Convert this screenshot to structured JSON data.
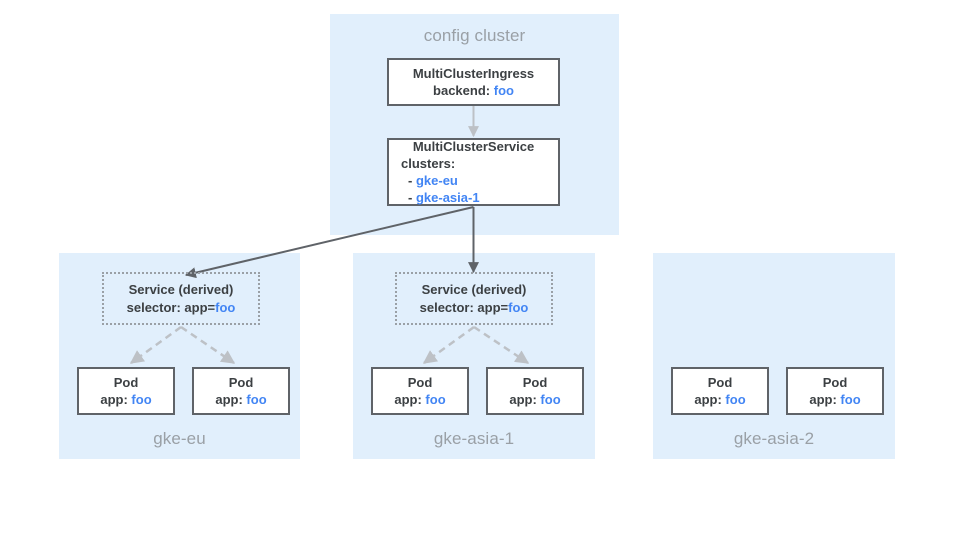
{
  "colors": {
    "panel_bg": "#e1effc",
    "box_border": "#5f6368",
    "box_fill": "#ffffff",
    "text": "#3c4043",
    "accent_blue": "#4285f4",
    "muted_label": "#9aa0a6",
    "arrow_solid": "#5f6368",
    "arrow_light": "#bdc1c6"
  },
  "config_cluster": {
    "title": "config cluster",
    "multi_cluster_ingress": {
      "kind": "MultiClusterIngress",
      "backend_key": "backend:",
      "backend_value": "foo"
    },
    "multi_cluster_service": {
      "kind": "MultiClusterService",
      "clusters_key": "clusters:",
      "clusters": [
        {
          "bullet": "-",
          "name": "gke-eu"
        },
        {
          "bullet": "-",
          "name": "gke-asia-1"
        }
      ]
    }
  },
  "clusters": [
    {
      "name": "gke-eu",
      "service": {
        "title": "Service (derived)",
        "selector_key": "selector: app=",
        "selector_value": "foo"
      },
      "pods": [
        {
          "title": "Pod",
          "app_key": "app:",
          "app_value": "foo"
        },
        {
          "title": "Pod",
          "app_key": "app:",
          "app_value": "foo"
        }
      ]
    },
    {
      "name": "gke-asia-1",
      "service": {
        "title": "Service (derived)",
        "selector_key": "selector: app=",
        "selector_value": "foo"
      },
      "pods": [
        {
          "title": "Pod",
          "app_key": "app:",
          "app_value": "foo"
        },
        {
          "title": "Pod",
          "app_key": "app:",
          "app_value": "foo"
        }
      ]
    },
    {
      "name": "gke-asia-2",
      "service": null,
      "pods": [
        {
          "title": "Pod",
          "app_key": "app:",
          "app_value": "foo"
        },
        {
          "title": "Pod",
          "app_key": "app:",
          "app_value": "foo"
        }
      ]
    }
  ]
}
